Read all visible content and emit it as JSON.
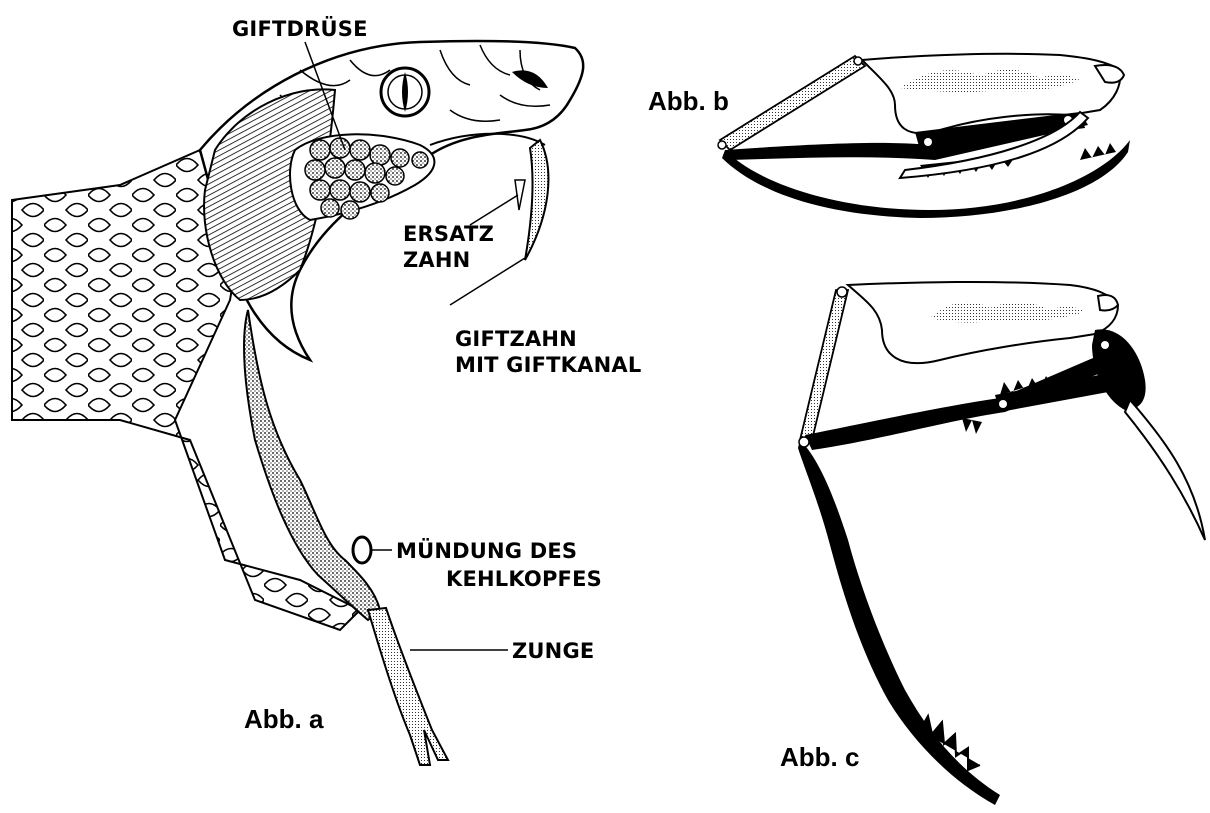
{
  "figure_a": {
    "caption": "Abb. a",
    "labels": {
      "giftdruese": "GIFTDRÜSE",
      "ersatz_line1": "ERSATZ",
      "ersatz_line2": "ZAHN",
      "giftzahn_line1": "GIFTZAHN",
      "giftzahn_line2": "MIT GIFTKANAL",
      "muendung_line1": "MÜNDUNG DES",
      "muendung_line2": "KEHLKOPFES",
      "zunge": "ZUNGE"
    }
  },
  "figure_b": {
    "caption": "Abb. b"
  },
  "figure_c": {
    "caption": "Abb. c"
  }
}
